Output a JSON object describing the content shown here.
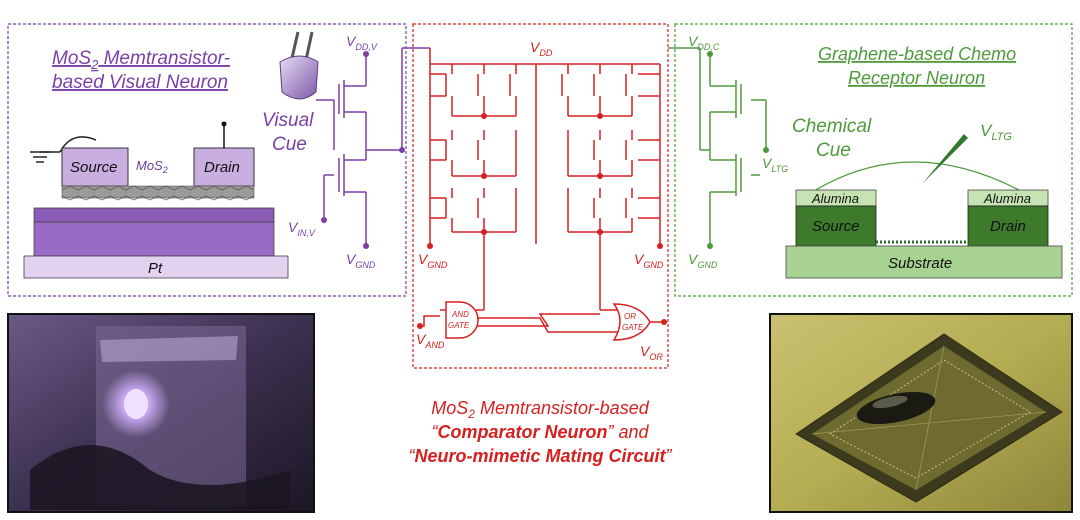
{
  "colors": {
    "visual": "#7b3fa6",
    "comparator": "#d62020",
    "chemo": "#4e9a3a",
    "visual_fill": "#c9aee0",
    "chemo_fill": "#a8d292"
  },
  "visual_neuron": {
    "title_pre": "MoS",
    "title_sub": "2",
    "title_post": " Memtransistor-",
    "title_line2": "based Visual Neuron",
    "cue_line1": "Visual",
    "cue_line2": "Cue",
    "source_label": "Source",
    "drain_label": "Drain",
    "channel_pre": "MoS",
    "channel_sub": "2",
    "substrate_label": "Pt",
    "vdd_main": "V",
    "vdd_sub": "DD,V",
    "vin_main": "V",
    "vin_sub": "IN,V",
    "vgnd_main": "V",
    "vgnd_sub": "GND"
  },
  "comparator": {
    "vdd_main": "V",
    "vdd_sub": "DD",
    "vgnd_main": "V",
    "vgnd_sub": "GND",
    "vand_main": "V",
    "vand_sub": "AND",
    "vor_main": "V",
    "vor_sub": "OR",
    "and_gate_l1": "AND",
    "and_gate_l2": "GATE",
    "or_gate_l1": "OR",
    "or_gate_l2": "GATE",
    "caption_l1_pre": "MoS",
    "caption_l1_sub": "2",
    "caption_l1_post": " Memtransistor-based",
    "caption_l2_bold": "Comparator Neuron",
    "caption_l2_tail": " and",
    "caption_l3_bold": "Neuro-mimetic Mating Circuit"
  },
  "chemo_neuron": {
    "title_line1": "Graphene-based Chemo",
    "title_line2": "Receptor Neuron",
    "cue_line1": "Chemical",
    "cue_line2": "Cue",
    "vltg_main": "V",
    "vltg_sub": "LTG",
    "alumina_label": "Alumina",
    "source_label": "Source",
    "drain_label": "Drain",
    "substrate_label": "Substrate",
    "vddc_main": "V",
    "vddc_sub": "DD,C",
    "vgnd_main": "V",
    "vgnd_sub": "GND"
  }
}
